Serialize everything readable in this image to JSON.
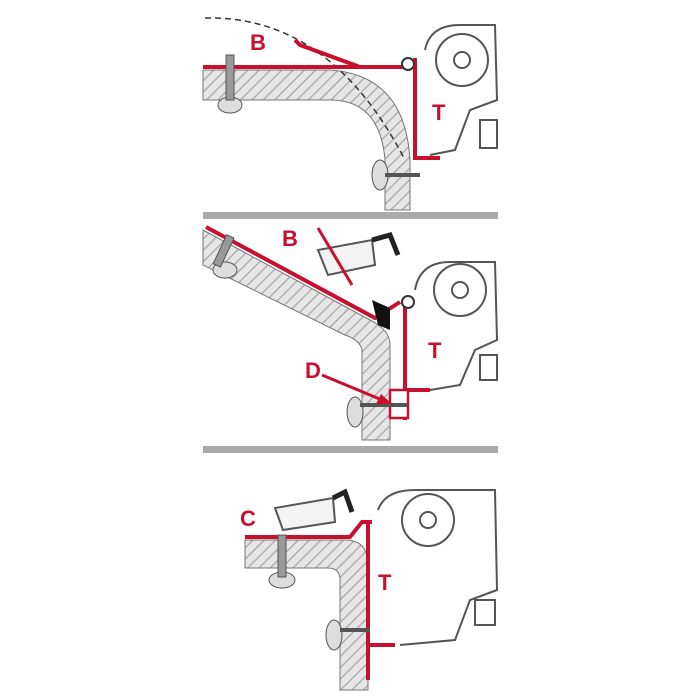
{
  "colors": {
    "accent": "#c8102e",
    "wall": "#bdbdbd",
    "divider": "#a9a9a9",
    "line": "#555555"
  },
  "panels": [
    {
      "labels": {
        "part": "B",
        "awning": "T"
      }
    },
    {
      "labels": {
        "part": "B",
        "awning": "T",
        "detail": "D"
      }
    },
    {
      "labels": {
        "part": "C",
        "awning": "T"
      }
    }
  ]
}
